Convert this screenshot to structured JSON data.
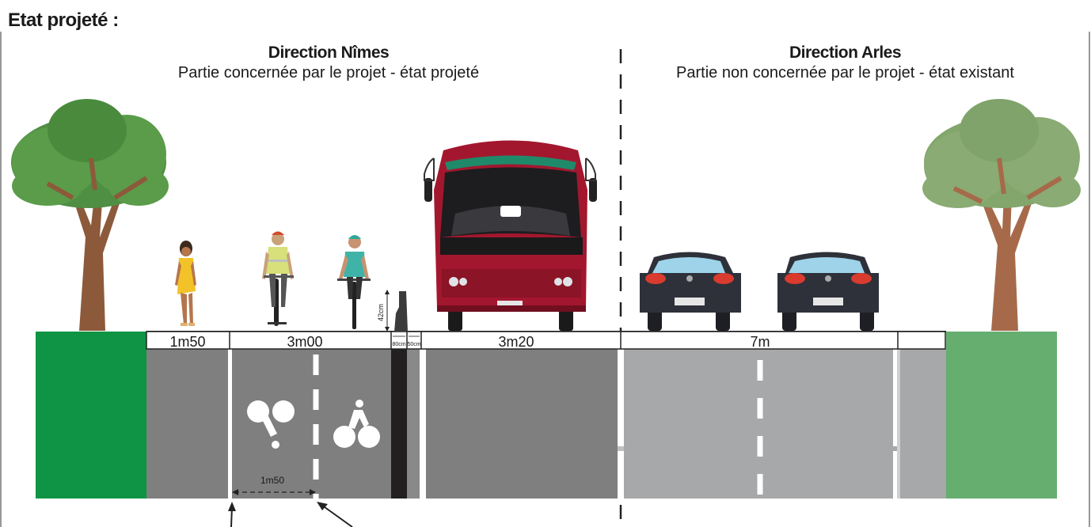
{
  "page": {
    "title": "Etat projeté :"
  },
  "left_direction": {
    "heading": "Direction Nîmes",
    "subtitle": "Partie concernée par le projet - état projeté"
  },
  "right_direction": {
    "heading": "Direction Arles",
    "subtitle": "Partie non concernée par le projet - état existant"
  },
  "dimensions": {
    "sidewalk": "1m50",
    "bike_lanes": "3m00",
    "separator_1": "80cm",
    "separator_2": "50cm",
    "bus_lane": "3m20",
    "car_lanes": "7m",
    "kerb_height": "42cm",
    "bike_lane_width": "1m50"
  },
  "colors": {
    "green_dark": "#0e9444",
    "green_light": "#66ae6f",
    "road_dark": "#7f7f7f",
    "road_mid": "#898989",
    "road_light": "#a7a8aa",
    "bus_red": "#a3172e"
  },
  "icons": [
    "tree-icon",
    "pedestrian-icon",
    "cyclist-icon",
    "bus-icon",
    "car-icon",
    "tandem-bike-icon",
    "bike-icon"
  ]
}
